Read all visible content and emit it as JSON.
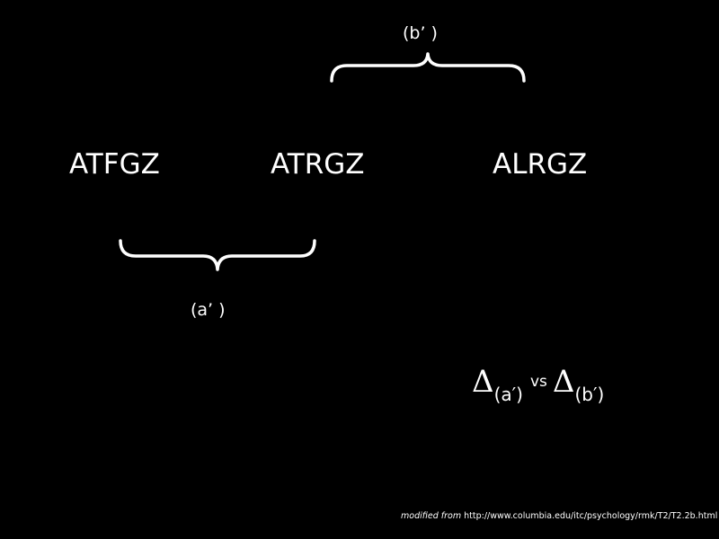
{
  "background_color": "#000000",
  "foreground_color": "#ffffff",
  "sequences": [
    {
      "text": "ATFGZ"
    },
    {
      "text": "ATRGZ"
    },
    {
      "text": "ALRGZ"
    }
  ],
  "braces": {
    "top": {
      "label": "(b’ )",
      "spans": [
        "ATRGZ",
        "ALRGZ"
      ],
      "orientation": "opening-down"
    },
    "bottom": {
      "label": "(a’ )",
      "spans": [
        "ATFGZ",
        "ATRGZ"
      ],
      "orientation": "opening-up"
    }
  },
  "comparison": {
    "delta_symbol": "Δ",
    "left_subscript": "(a′)",
    "connector": "vs",
    "right_subscript": "(b′)"
  },
  "credit": {
    "prefix": "modified from",
    "url_text": "http://www.columbia.edu/itc/psychology/rmk/T2/T2.2b.html"
  }
}
